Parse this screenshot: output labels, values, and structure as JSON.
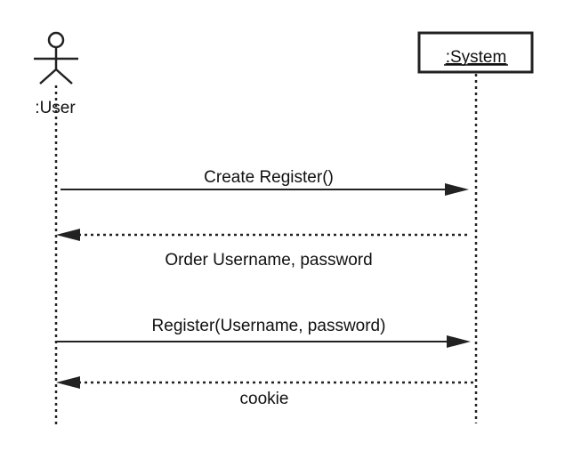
{
  "participants": {
    "user": {
      "label": ":User",
      "kind": "actor"
    },
    "system": {
      "label": ":System",
      "kind": "object"
    }
  },
  "messages": [
    {
      "label": "Create Register()",
      "from": "user",
      "to": "system",
      "style": "solid"
    },
    {
      "label": "Order Username, password",
      "from": "system",
      "to": "user",
      "style": "dashed"
    },
    {
      "label": "Register(Username, password)",
      "from": "user",
      "to": "system",
      "style": "solid"
    },
    {
      "label": "cookie",
      "from": "system",
      "to": "user",
      "style": "dashed"
    }
  ]
}
